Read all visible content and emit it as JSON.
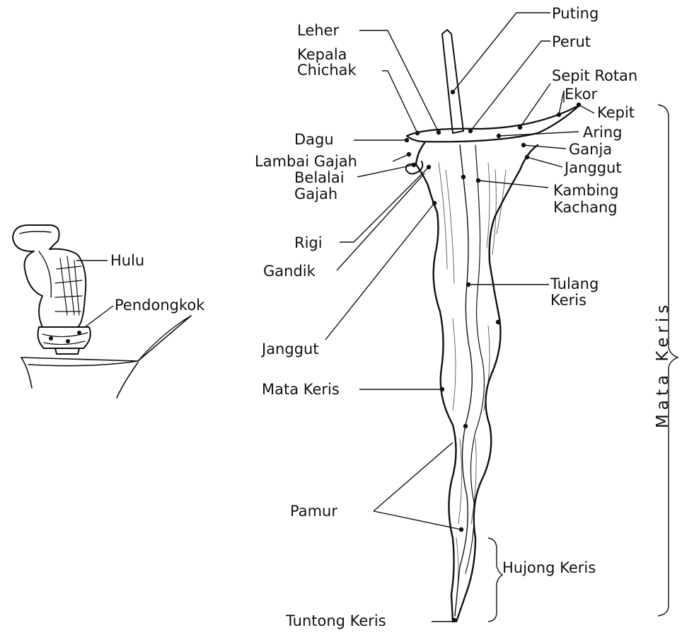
{
  "hilt_labels": {
    "hulu": "Hulu",
    "pendongkok": "Pendongkok"
  },
  "blade_labels": {
    "puting": "Puting",
    "leher": "Leher",
    "perut": "Perut",
    "kepala_chichak_1": "Kepala",
    "kepala_chichak_2": "Chichak",
    "sepit_rotan": "Sepit Rotan",
    "ekor": "Ekor",
    "kepit": "Kepit",
    "dagu": "Dagu",
    "aring": "Aring",
    "ganja": "Ganja",
    "lambai_gajah": "Lambai Gajah",
    "janggut_upper": "Janggut",
    "belalai_gajah_1": "Belalai",
    "belalai_gajah_2": "Gajah",
    "kambing_kachang_1": "Kambing",
    "kambing_kachang_2": "Kachang",
    "rigi": "Rigi",
    "gandik": "Gandik",
    "tulang_keris_1": "Tulang",
    "tulang_keris_2": "Keris",
    "janggut_lower": "Janggut",
    "mata_keris": "Mata Keris",
    "pamur": "Pamur",
    "hujong_keris": "Hujong Keris",
    "tuntong_keris": "Tuntong Keris"
  },
  "bracket_labels": {
    "mata_keris_vertical": "Mata  Keris"
  }
}
